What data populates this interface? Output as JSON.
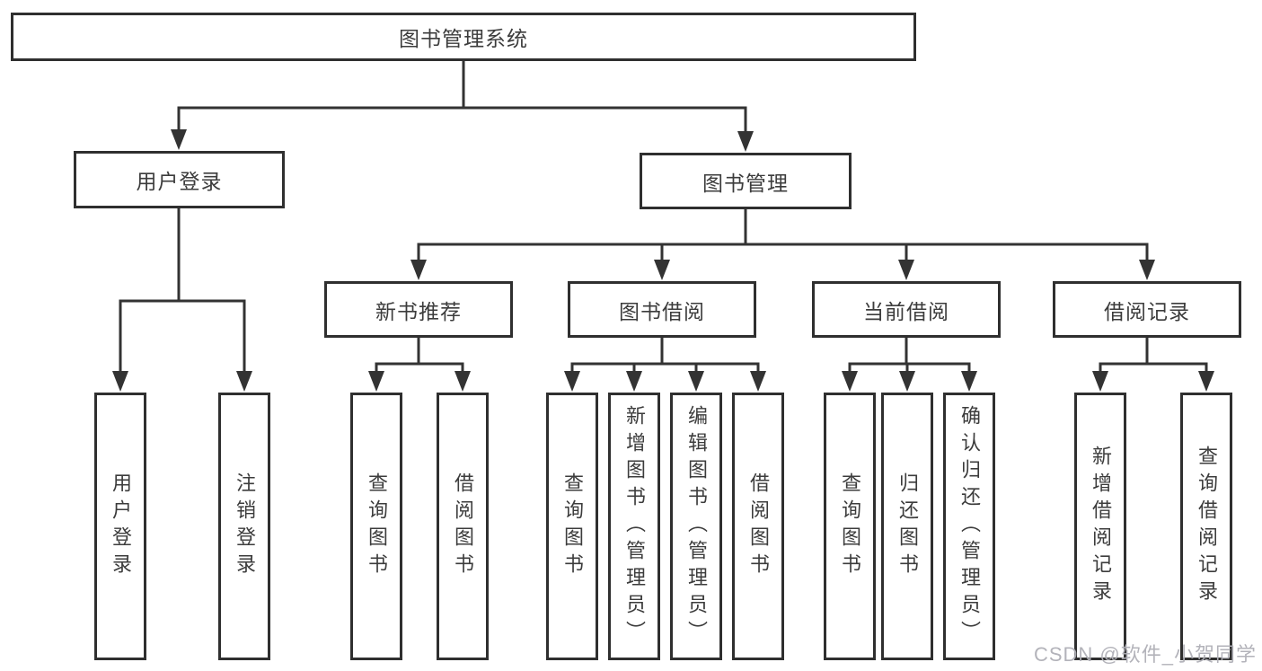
{
  "watermark": "CSDN @软件_小贺同学",
  "tree": {
    "root": {
      "label": "图书管理系统"
    },
    "children": [
      {
        "label": "用户登录",
        "children": [
          {
            "label": "用户登录"
          },
          {
            "label": "注销登录"
          }
        ]
      },
      {
        "label": "图书管理",
        "children": [
          {
            "label": "新书推荐",
            "children": [
              {
                "label": "查询图书"
              },
              {
                "label": "借阅图书"
              }
            ]
          },
          {
            "label": "图书借阅",
            "children": [
              {
                "label": "查询图书"
              },
              {
                "label": "新增图书（管理员）"
              },
              {
                "label": "编辑图书（管理员）"
              },
              {
                "label": "借阅图书"
              }
            ]
          },
          {
            "label": "当前借阅",
            "children": [
              {
                "label": "查询图书"
              },
              {
                "label": "归还图书"
              },
              {
                "label": "确认归还（管理员）"
              }
            ]
          },
          {
            "label": "借阅记录",
            "children": [
              {
                "label": "新增借阅记录"
              },
              {
                "label": "查询借阅记录"
              }
            ]
          }
        ]
      }
    ]
  }
}
